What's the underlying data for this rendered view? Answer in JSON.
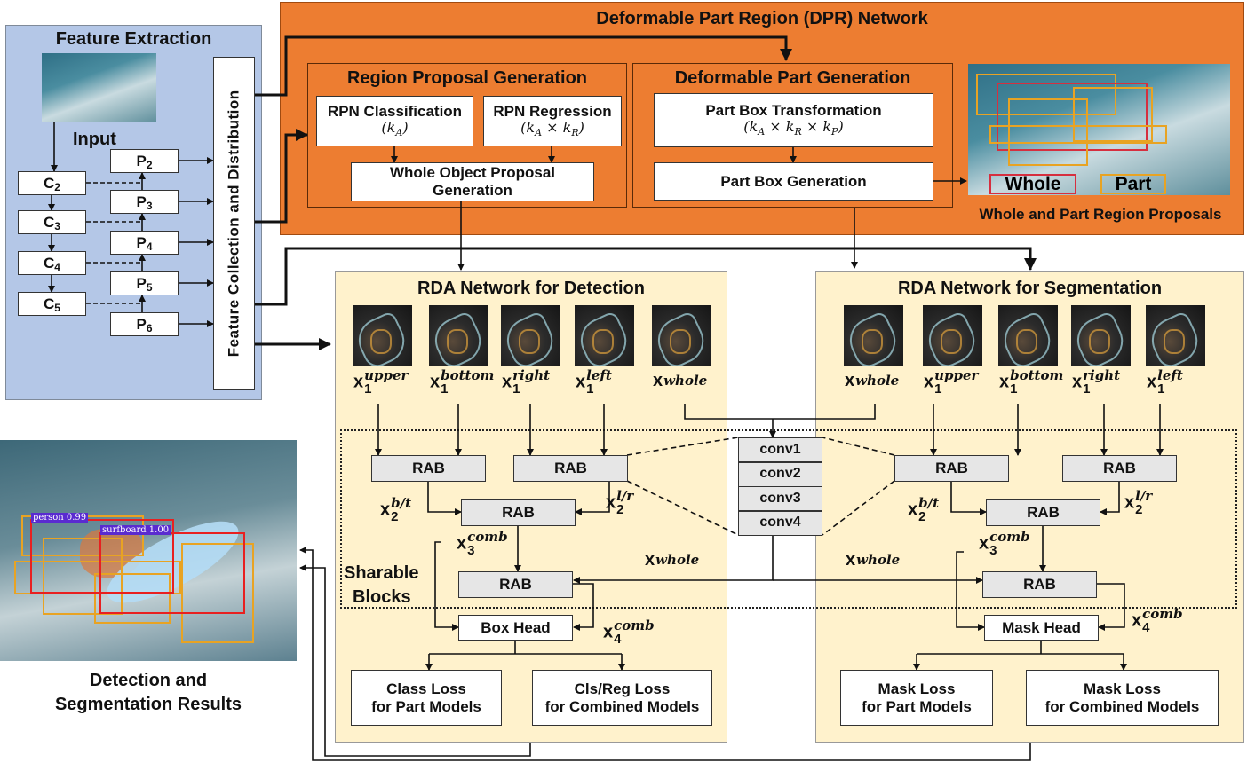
{
  "feature_extraction": {
    "title": "Feature Extraction",
    "input_label": "Input",
    "c_blocks": [
      {
        "base": "C",
        "sub": "2"
      },
      {
        "base": "C",
        "sub": "3"
      },
      {
        "base": "C",
        "sub": "4"
      },
      {
        "base": "C",
        "sub": "5"
      }
    ],
    "p_blocks": [
      {
        "base": "P",
        "sub": "2"
      },
      {
        "base": "P",
        "sub": "3"
      },
      {
        "base": "P",
        "sub": "4"
      },
      {
        "base": "P",
        "sub": "5"
      },
      {
        "base": "P",
        "sub": "6"
      }
    ],
    "collector": "Feature Collection and Distribution"
  },
  "dpr": {
    "title": "Deformable Part Region (DPR) Network",
    "rpg": {
      "title": "Region Proposal Generation",
      "cls": {
        "label": "RPN Classification",
        "formula": [
          {
            "v": "k",
            "s": "A"
          }
        ]
      },
      "reg": {
        "label": "RPN Regression",
        "formula": [
          {
            "v": "k",
            "s": "A"
          },
          {
            "v": "k",
            "s": "R"
          }
        ]
      },
      "whole": "Whole Object Proposal Generation"
    },
    "dpg": {
      "title": "Deformable Part Generation",
      "transform": {
        "label": "Part Box Transformation",
        "formula": [
          {
            "v": "k",
            "s": "A"
          },
          {
            "v": "k",
            "s": "R"
          },
          {
            "v": "k",
            "s": "P"
          }
        ]
      },
      "gen": "Part Box Generation"
    },
    "proposals": {
      "whole_legend": "Whole",
      "part_legend": "Part",
      "caption": "Whole and Part Region Proposals"
    }
  },
  "detection": {
    "title": "RDA Network for Detection",
    "inputs": [
      {
        "sub": "1",
        "sup": "upper"
      },
      {
        "sub": "1",
        "sup": "bottom"
      },
      {
        "sub": "1",
        "sup": "right"
      },
      {
        "sub": "1",
        "sup": "left"
      },
      {
        "sub": "",
        "sup": "whole"
      }
    ],
    "rab": "RAB",
    "x2_bt": {
      "sub": "2",
      "sup": "b/t"
    },
    "x2_lr": {
      "sub": "2",
      "sup": "l/r"
    },
    "x3": {
      "sub": "3",
      "sup": "comb"
    },
    "xwhole": {
      "sub": "",
      "sup": "whole"
    },
    "x4": {
      "sub": "4",
      "sup": "comb"
    },
    "head": "Box Head",
    "loss_part": [
      "Class Loss",
      "for Part Models"
    ],
    "loss_comb": [
      "Cls/Reg  Loss",
      "for Combined Models"
    ]
  },
  "segmentation": {
    "title": "RDA Network for Segmentation",
    "inputs": [
      {
        "sub": "",
        "sup": "whole"
      },
      {
        "sub": "1",
        "sup": "upper"
      },
      {
        "sub": "1",
        "sup": "bottom"
      },
      {
        "sub": "1",
        "sup": "right"
      },
      {
        "sub": "1",
        "sup": "left"
      }
    ],
    "rab": "RAB",
    "x2_bt": {
      "sub": "2",
      "sup": "b/t"
    },
    "x2_lr": {
      "sub": "2",
      "sup": "l/r"
    },
    "x3": {
      "sub": "3",
      "sup": "comb"
    },
    "xwhole": {
      "sub": "",
      "sup": "whole"
    },
    "x4": {
      "sub": "4",
      "sup": "comb"
    },
    "head": "Mask Head",
    "loss_part": [
      "Mask Loss",
      "for Part Models"
    ],
    "loss_comb": [
      "Mask  Loss",
      "for Combined Models"
    ]
  },
  "shared": {
    "convs": [
      "conv1",
      "conv2",
      "conv3",
      "conv4"
    ],
    "sharable": [
      "Sharable",
      "Blocks"
    ]
  },
  "results": {
    "caption": [
      "Detection and",
      "Segmentation Results"
    ],
    "detections": [
      "person 0.99",
      "surfboard 1.00"
    ]
  },
  "colors": {
    "feature_bg": "#b4c7e7",
    "dpr_bg": "#ed7d31",
    "rda_bg": "#fff2cc",
    "rab_bg": "#e6e6e6",
    "whole_box": "#d62f3f",
    "part_box": "#e8a323"
  }
}
